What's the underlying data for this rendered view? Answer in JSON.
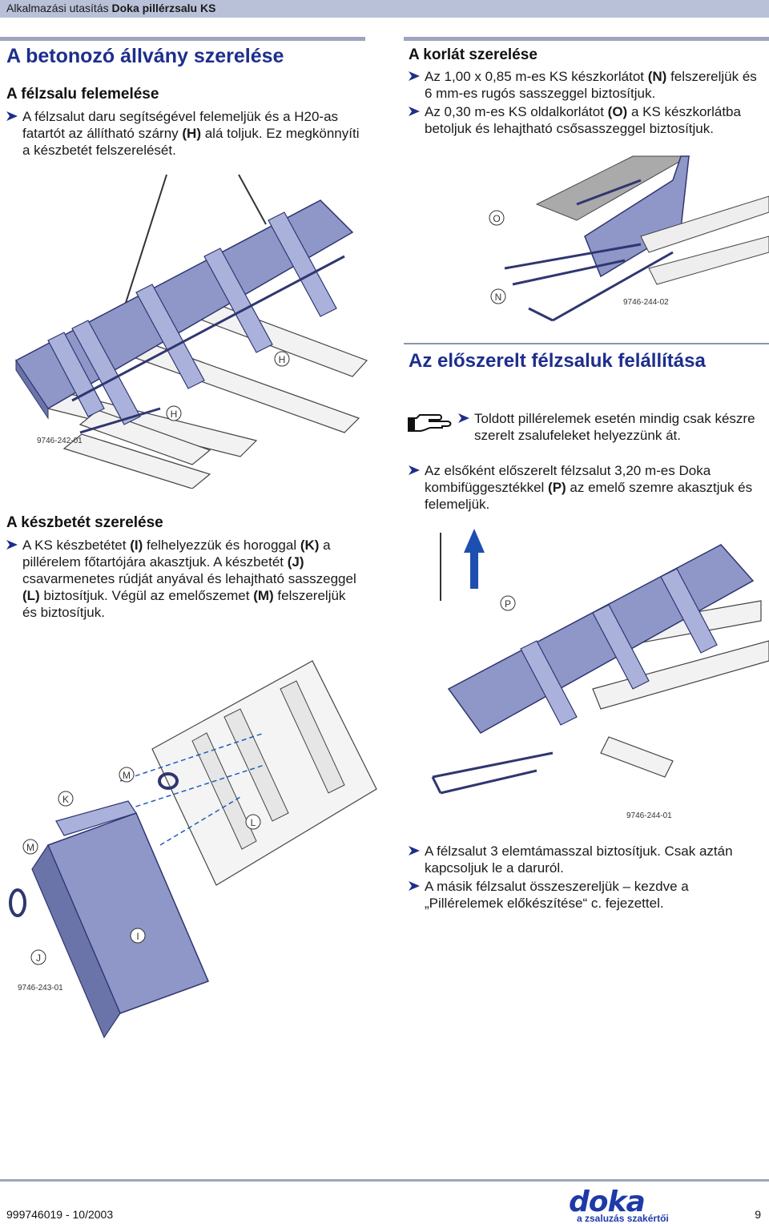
{
  "header": {
    "doc_title": "Alkalmazási utasítás",
    "product": "Doka pillérzsalu KS"
  },
  "left": {
    "main_title": "A betonozó állvány szerelése",
    "section1": {
      "heading": "A félzsalu felemelése",
      "text_1": "A félzsalut daru segítségével felemeljük és a H20-as fatartót az állítható szárny ",
      "text_bold": "(H)",
      "text_2": " alá toljuk. Ez megkönnyíti a készbetét felszerelését."
    },
    "figure1": {
      "label_a": "H",
      "label_b": "H",
      "code": "9746-242-01"
    },
    "section2": {
      "heading": "A készbetét szerelése",
      "t1": "A KS készbetétet ",
      "b1": "(I)",
      "t2": " felhelyezzük és horoggal ",
      "b2": "(K)",
      "t3": " a pillérelem főtartójára akasztjuk. A készbetét ",
      "b3": "(J)",
      "t4": " csavarmenetes rúdját anyával és lehajtható sasszeggel ",
      "b4": "(L)",
      "t5": " biztosítjuk. Végül az emelőszemet ",
      "b5": "(M)",
      "t6": " felszereljük és biztosítjuk."
    },
    "figure3": {
      "labels": [
        "M",
        "K",
        "M",
        "L",
        "I",
        "J"
      ],
      "code": "9746-243-01"
    }
  },
  "right": {
    "section1": {
      "heading": "A korlát szerelése",
      "p1_t1": "Az 1,00 x 0,85 m-es KS készkorlátot ",
      "p1_b": "(N)",
      "p1_t2": " felszereljük és 6 mm-es rugós sasszeggel biztosítjuk.",
      "p2_t1": "Az 0,30 m-es KS oldalkorlátot ",
      "p2_b": "(O)",
      "p2_t2": " a KS készkorlátba betoljuk és lehajtható csősasszeggel biztosítjuk."
    },
    "figure2": {
      "label_o": "O",
      "label_n": "N",
      "code": "9746-244-02"
    },
    "section2": {
      "heading": "Az előszerelt félzsaluk felállítása",
      "note": "Toldott pillérelemek esetén mindig csak készre szerelt zsalufeleket helyezzünk át.",
      "p1_t1": "Az elsőként előszerelt félzsalut 3,20 m-es Doka kombifüggesztékkel ",
      "p1_b": "(P)",
      "p1_t2": " az emelő szemre akasztjuk és felemeljük."
    },
    "figure4": {
      "label_p": "P",
      "code": "9746-244-01"
    },
    "section3": {
      "p1": "A félzsalut 3 elemtámasszal biztosítjuk. Csak aztán kapcsoljuk le a daruról.",
      "p2": "A másik félzsalut összeszereljük – kezdve a „Pillérelemek előkészítése“ c. fejezettel."
    }
  },
  "footer": {
    "doc_number": "999746019  -  10/2003",
    "page": "9",
    "logo_word": "doka",
    "logo_tag": "a zsaluzás szakértői"
  },
  "colors": {
    "title_blue": "#1d2e8c",
    "formwork_blue": "#8e97c8",
    "header_bar": "#b9c1d8"
  }
}
